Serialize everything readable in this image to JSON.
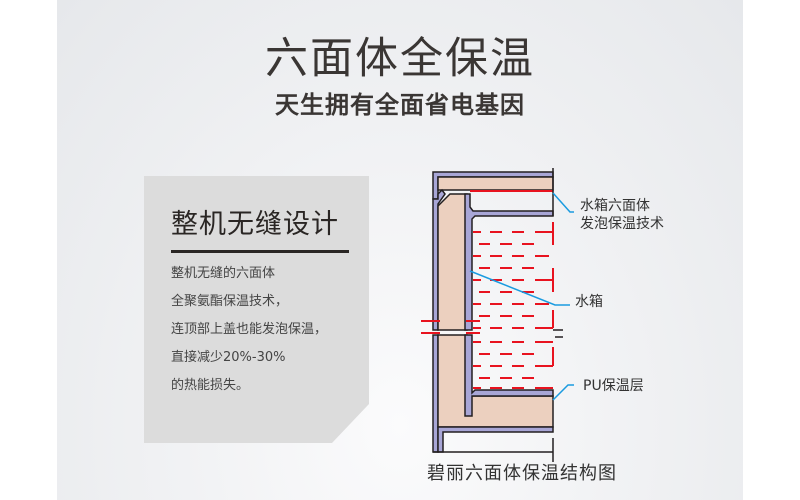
{
  "header": {
    "title": "六面体全保温",
    "subtitle": "天生拥有全面省电基因"
  },
  "feature_card": {
    "title": "整机无缝设计",
    "lines": [
      "整机无缝的六面体",
      "全聚氨酯保温技术，",
      "连顶部上盖也能发泡保温，",
      "直接减少20%-30%",
      "的热能损失。"
    ]
  },
  "diagram": {
    "labels": {
      "six_sided_foam": [
        "水箱六面体",
        "发泡保温技术"
      ],
      "water_tank": "水箱",
      "pu_layer": "PU保温层"
    },
    "caption": "碧丽六面体保温结构图",
    "colors": {
      "insulation_fill": "#ecd0bf",
      "steel_liner": "#a8a6d6",
      "outline": "#231f20",
      "water_dash": "#e8131f",
      "leader_line": "#1a9be0"
    }
  },
  "colors": {
    "page_bg": "#ffffff",
    "panel_bg": "#eceef0",
    "card_bg": "#dcdcdc",
    "heading_text": "#3a3634"
  }
}
